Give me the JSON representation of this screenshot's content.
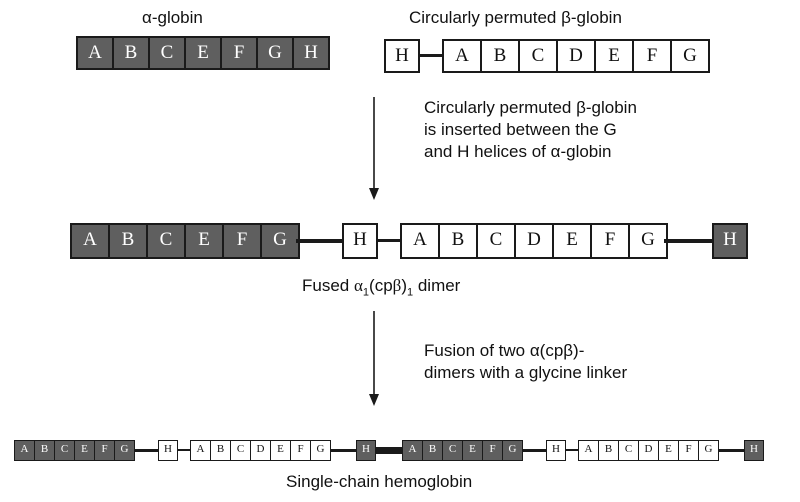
{
  "labels": {
    "alpha_globin": "α-globin",
    "cp_beta_globin": "Circularly permuted β-globin",
    "step1_caption": [
      "Circularly permuted β-globin",
      "is inserted between the G",
      "and H helices of α-globin"
    ],
    "fused_dimer": "Fused α1(cpβ)1 dimer",
    "fused_dimer_parts": {
      "pre": "Fused ",
      "alpha": "α",
      "sub1": "1",
      "mid": "(cp",
      "beta": "β",
      "close": ")",
      "sub2": "1",
      "post": " dimer"
    },
    "step2_caption": [
      "Fusion of two α(cpβ)-",
      "dimers with a glycine linker"
    ],
    "single_chain": "Single-chain hemoglobin"
  },
  "helices": {
    "alpha": [
      "A",
      "B",
      "C",
      "E",
      "F",
      "G",
      "H"
    ],
    "alpha_without_H": [
      "A",
      "B",
      "C",
      "E",
      "F",
      "G"
    ],
    "alpha_H": "H",
    "cp_beta": [
      "H",
      "A",
      "B",
      "C",
      "D",
      "E",
      "F",
      "G"
    ]
  },
  "colors": {
    "alpha_fill": "#5f5f5f",
    "beta_fill": "#ffffff",
    "outline": "#1a1a1a"
  }
}
